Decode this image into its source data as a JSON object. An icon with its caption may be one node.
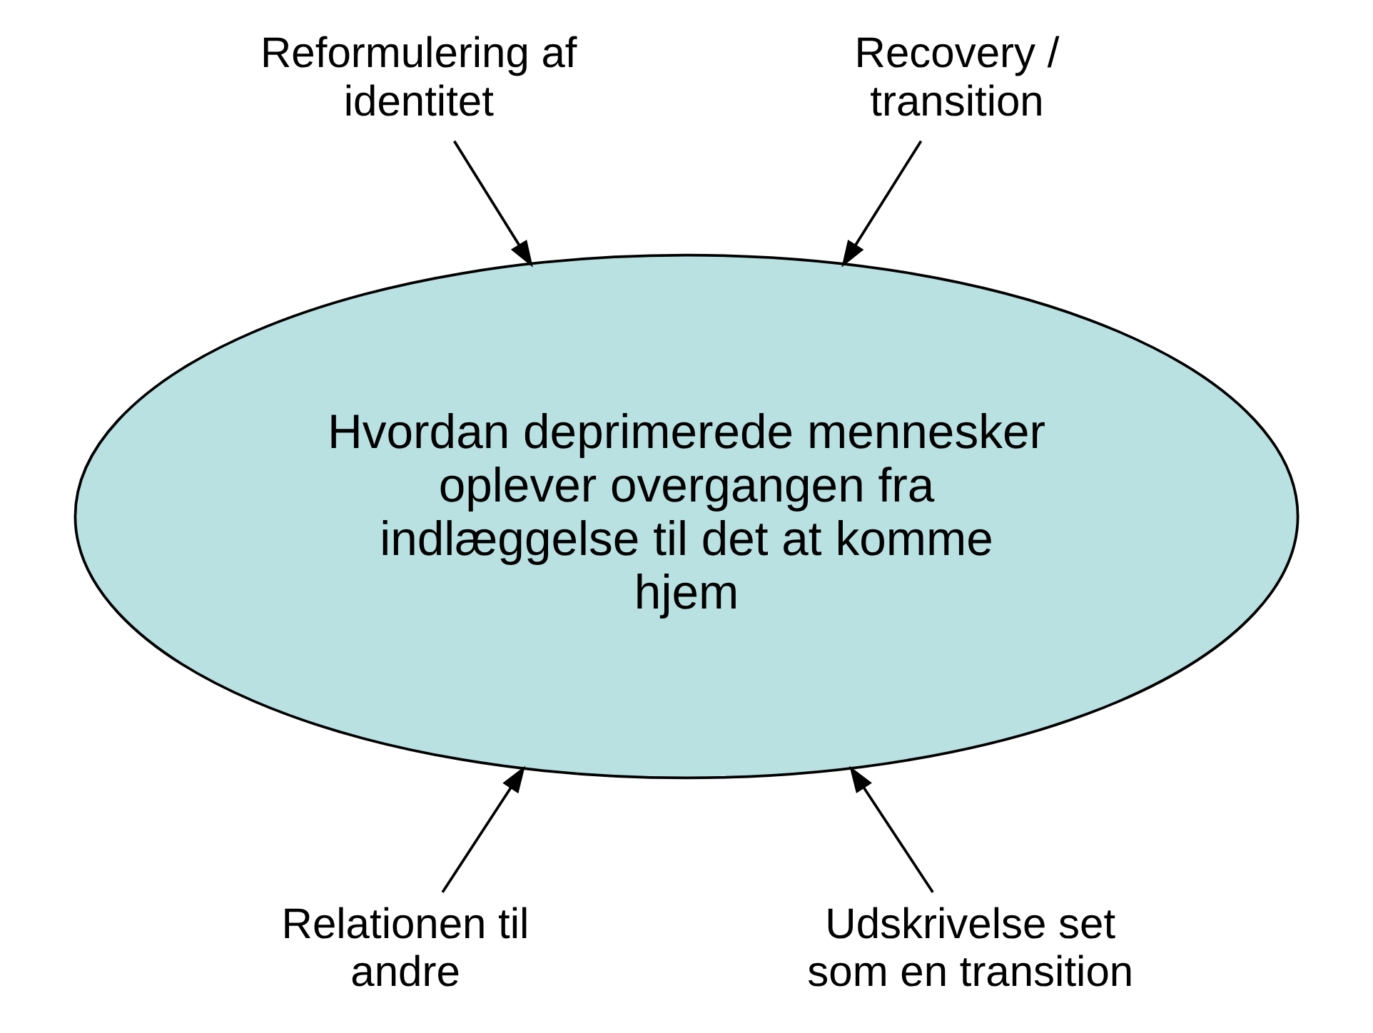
{
  "diagram": {
    "nodes": [
      {
        "text": [
          "Reformulering af identitet"
        ]
      },
      {
        "text": [
          "Recovery / transition"
        ]
      },
      {
        "text": [
          "Hvordan deprimerede mennesker oplever overgangen fra indlæggelse til det at komme hjem"
        ]
      },
      {
        "text": [
          "Relationen til andre"
        ]
      },
      {
        "text": [
          "Udskrivelse set som en transition"
        ]
      }
    ],
    "edges": [
      {
        "from": 0,
        "to": 2,
        "arrow": "to"
      },
      {
        "from": 1,
        "to": 2,
        "arrow": "to"
      },
      {
        "from": 3,
        "to": 2,
        "arrow": "to"
      },
      {
        "from": 4,
        "to": 2,
        "arrow": "to"
      }
    ]
  }
}
